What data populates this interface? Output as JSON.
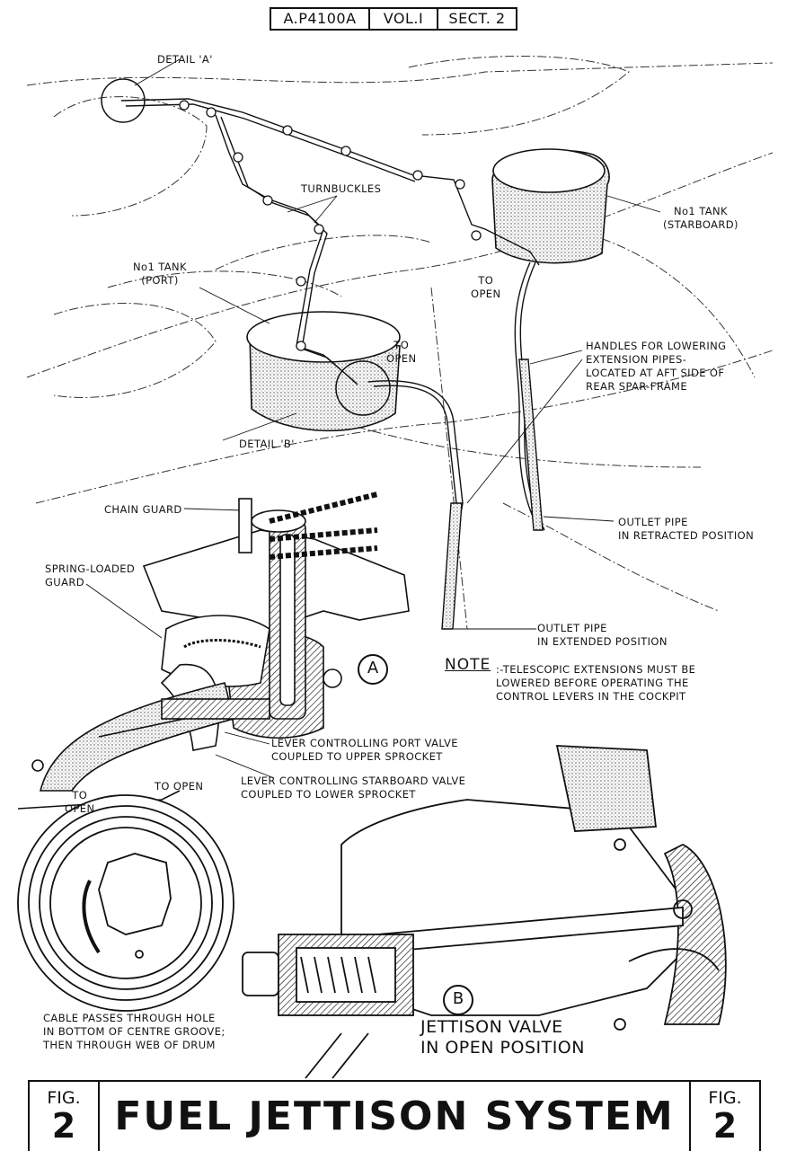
{
  "header": {
    "ap": "A.P4100A",
    "vol": "VOL.I",
    "sect": "SECT. 2"
  },
  "labels": {
    "detail_a": "DETAIL 'A'",
    "detail_b": "DETAIL 'B'",
    "turnbuckles": "TURNBUCKLES",
    "tank_starboard": "No1 TANK\n(STARBOARD)",
    "tank_port": "No1 TANK\n(PORT)",
    "to_open_1": "TO\nOPEN",
    "to_open_2": "TO\nOPEN",
    "handles": "HANDLES FOR LOWERING\nEXTENSION PIPES-\nLOCATED AT AFT SIDE OF\nREAR SPAR-FRAME",
    "chain_guard": "CHAIN GUARD",
    "spring_guard": "SPRING-LOADED\nGUARD",
    "outlet_retracted": "OUTLET PIPE\nIN RETRACTED POSITION",
    "outlet_extended": "OUTLET PIPE\nIN EXTENDED POSITION",
    "note_head": "NOTE",
    "note_body": ":-TELESCOPIC EXTENSIONS MUST BE\nLOWERED BEFORE OPERATING THE\nCONTROL LEVERS IN THE COCKPIT",
    "lever_port": "LEVER CONTROLLING PORT VALVE\nCOUPLED TO UPPER SPROCKET",
    "lever_starboard": "LEVER CONTROLLING STARBOARD VALVE\nCOUPLED TO LOWER SPROCKET",
    "to_open_3": "TO OPEN",
    "to_open_4": "TO\nOPEN",
    "cable": "CABLE PASSES THROUGH HOLE\nIN BOTTOM OF CENTRE GROOVE;\nTHEN THROUGH WEB OF DRUM",
    "jettison_valve": "JETTISON VALVE\nIN OPEN POSITION",
    "circle_a": "A",
    "circle_b": "B"
  },
  "footer": {
    "fig_word": "FIG.",
    "fig_num": "2",
    "title": "FUEL JETTISON SYSTEM"
  }
}
